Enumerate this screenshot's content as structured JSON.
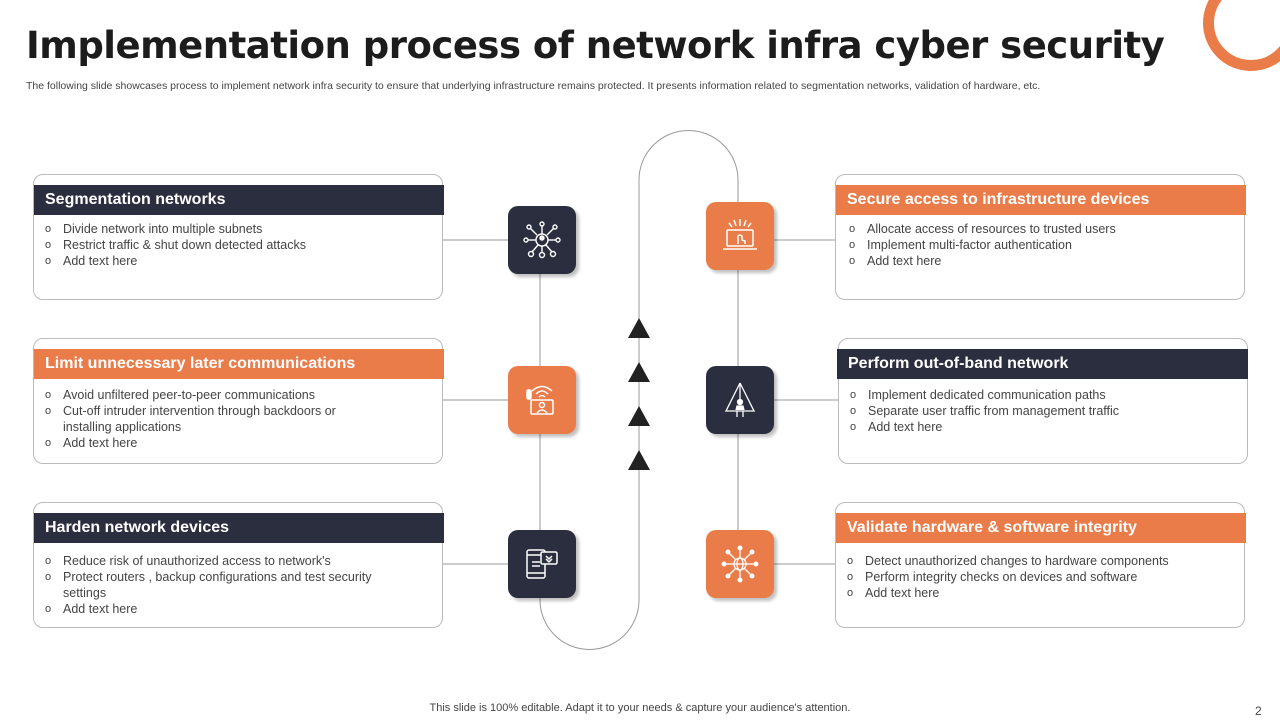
{
  "title": "Implementation process of network infra cyber security",
  "subtitle": "The following slide showcases process to implement network infra security to ensure that underlying infrastructure remains protected. It presents information related to segmentation networks, validation of hardware, etc.",
  "colors": {
    "accent": "#ea7c4a",
    "dark": "#2b2e3f"
  },
  "steps": [
    {
      "heading": "Segmentation networks",
      "icon": "network-users-icon",
      "bullets": [
        "Divide  network into multiple subnets",
        "Restrict traffic & shut down detected attacks",
        "Add text here"
      ]
    },
    {
      "heading": "Limit unnecessary later communications",
      "icon": "remote-communication-icon",
      "bullets": [
        "Avoid  unfiltered  peer-to-peer  communications",
        "Cut-off  intruder  intervention  through  backdoors  or installing applications",
        "Add text here"
      ]
    },
    {
      "heading": "Harden network  devices",
      "icon": "device-chat-icon",
      "bullets": [
        "Reduce  risk of unauthorized  access to network's",
        "Protect routers , backup configurations  and test security settings",
        "Add text here"
      ]
    },
    {
      "heading": "Secure access to infrastructure  devices",
      "icon": "laptop-touch-icon",
      "bullets": [
        "Allocate access of resources to trusted users",
        "Implement  multi-factor authentication",
        "Add text here"
      ]
    },
    {
      "heading": "Perform out-of-band network",
      "icon": "user-network-icon",
      "bullets": [
        "Implement  dedicated  communication  paths",
        "Separate  user traffic  from management  traffic",
        "Add text here"
      ]
    },
    {
      "heading": "Validate hardware & software  integrity",
      "icon": "globe-network-icon",
      "bullets": [
        "Detect unauthorized  changes to hardware components",
        "Perform  integrity checks on devices  and software",
        "Add text here"
      ]
    }
  ],
  "footer": "This slide is 100% editable. Adapt it to your needs & capture your audience's attention.",
  "page_number": "2"
}
